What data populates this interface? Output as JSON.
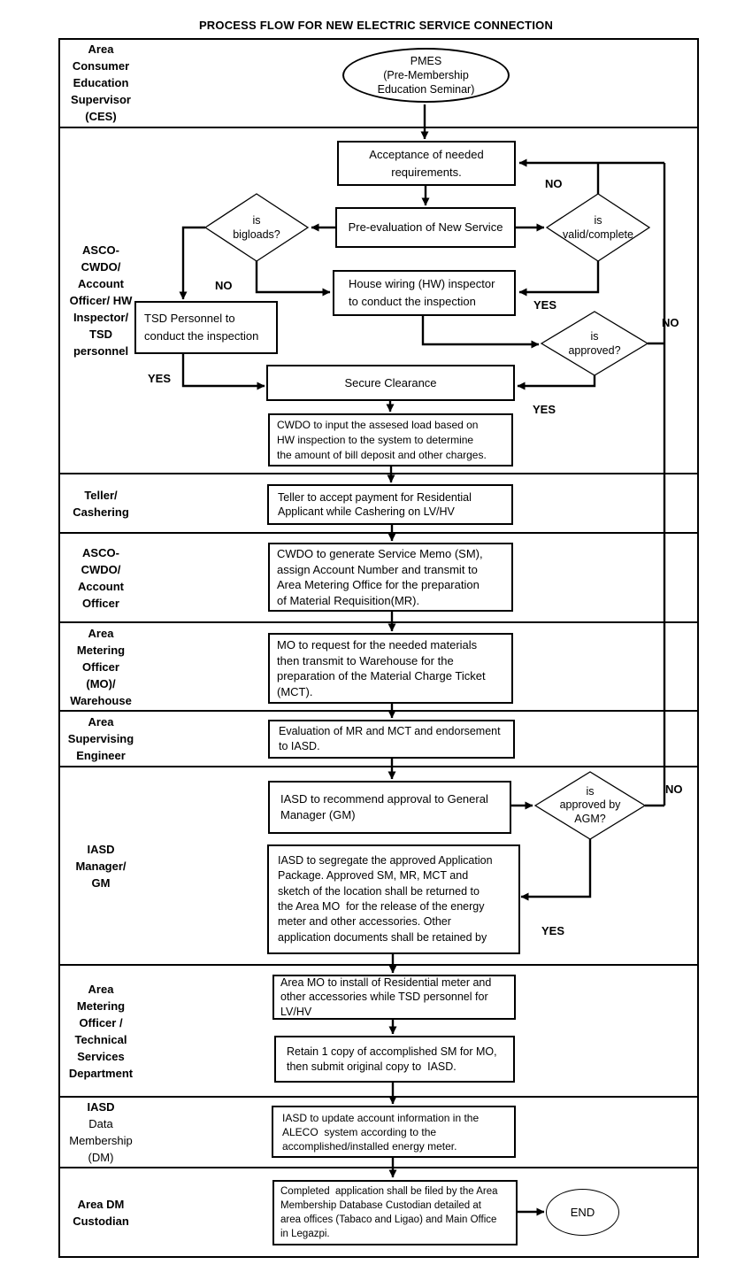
{
  "title": "PROCESS FLOW FOR NEW ELECTRIC SERVICE CONNECTION",
  "colors": {
    "line": "#000000",
    "fill": "#ffffff",
    "text": "#000000"
  },
  "lanes": [
    {
      "label": "Area\nConsumer\nEducation\nSupervisor\n(CES)"
    },
    {
      "label": "ASCO-\nCWDO/\nAccount\nOfficer/ HW\nInspector/\nTSD\npersonnel"
    },
    {
      "label": "Teller/\nCashering"
    },
    {
      "label": "ASCO-\nCWDO/\nAccount\nOfficer"
    },
    {
      "label": "Area\nMetering\nOfficer\n(MO)/\nWarehouse"
    },
    {
      "label": "Area\nSupervising\nEngineer"
    },
    {
      "label": "IASD\nManager/\nGM"
    },
    {
      "label": "Area\nMetering\nOfficer /\nTechnical\nServices\nDepartment"
    },
    {
      "label": "IASD",
      "label2": "Data\nMembership\n(DM)"
    },
    {
      "label": "Area DM\nCustodian"
    }
  ],
  "nodes": {
    "pmes": {
      "shape": "terminator",
      "text": "PMES\n(Pre-Membership\nEducation Seminar)"
    },
    "acceptance": {
      "shape": "process",
      "text": "Acceptance of needed\nrequirements."
    },
    "pre_evaluation": {
      "shape": "process",
      "text": "Pre-evaluation of New Service"
    },
    "is_bigloads": {
      "shape": "decision",
      "text": "is\nbigloads?"
    },
    "is_valid_complete": {
      "shape": "decision",
      "text": "is\nvalid/complete"
    },
    "house_wiring": {
      "shape": "process",
      "text": "House wiring (HW) inspector\nto conduct the inspection"
    },
    "tsd_personnel": {
      "shape": "process",
      "text": "TSD Personnel to\nconduct the inspection"
    },
    "is_approved": {
      "shape": "decision",
      "text": "is\napproved?"
    },
    "secure_clearance": {
      "shape": "process",
      "text": "Secure Clearance"
    },
    "cwdo_input": {
      "shape": "process",
      "text": "CWDO to input the assesed load based on\nHW inspection to the system to determine\nthe amount of bill deposit and other charges."
    },
    "teller_payment": {
      "shape": "process",
      "text": "Teller to accept payment for Residential\nApplicant while Cashering on LV/HV"
    },
    "cwdo_generate_sm": {
      "shape": "process",
      "text": "CWDO to generate Service Memo (SM),\nassign Account Number and transmit to\nArea Metering Office for the preparation\nof Material Requisition(MR)."
    },
    "mo_request_materials": {
      "shape": "process",
      "text": "MO to request for the needed materials\nthen transmit to Warehouse for the\npreparation of the Material Charge Ticket\n(MCT)."
    },
    "evaluation_mr_mct": {
      "shape": "process",
      "text": "Evaluation of MR and MCT and endorsement\nto IASD."
    },
    "iasd_recommend": {
      "shape": "process",
      "text": "IASD to recommend approval to General\nManager (GM)"
    },
    "is_approved_by_agm": {
      "shape": "decision",
      "text": "is\napproved by\nAGM?"
    },
    "iasd_segregate": {
      "shape": "process",
      "text": "IASD to segregate the approved Application\nPackage. Approved SM, MR, MCT and\nsketch of the location shall be returned to\nthe Area MO  for the release of the energy\nmeter and other accessories. Other\napplication documents shall be retained by"
    },
    "area_mo_install": {
      "shape": "process",
      "text": "Area MO to install of Residential meter and\nother accessories while TSD personnel for\nLV/HV"
    },
    "retain_copy": {
      "shape": "process",
      "text": "Retain 1 copy of accomplished SM for MO,\nthen submit original copy to  IASD."
    },
    "iasd_update": {
      "shape": "process",
      "text": "IASD to update account information in the\nALECO  system according to the\naccomplished/installed energy meter."
    },
    "completed_application": {
      "shape": "process",
      "text": "Completed  application shall be filed by the Area\nMembership Database Custodian detailed at\narea offices (Tabaco and Ligao) and Main Office\nin Legazpi."
    },
    "end": {
      "shape": "terminator",
      "text": "END"
    }
  },
  "edge_labels": {
    "valid_no": "NO",
    "bigloads_no": "NO",
    "valid_yes": "YES",
    "tsd_yes": "YES",
    "approved_no": "NO",
    "approved_yes": "YES",
    "agm_no": "NO",
    "agm_yes": "YES"
  }
}
